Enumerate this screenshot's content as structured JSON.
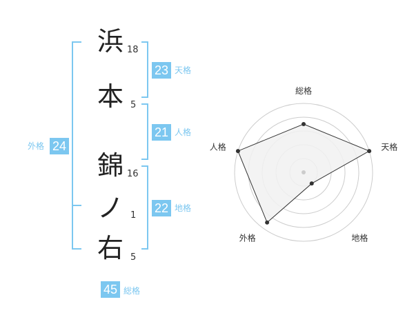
{
  "name": {
    "chars": [
      {
        "char": "浜",
        "strokes": "18"
      },
      {
        "char": "本",
        "strokes": "5"
      },
      {
        "char": "錦",
        "strokes": "16"
      },
      {
        "char": "ノ",
        "strokes": "1"
      },
      {
        "char": "右",
        "strokes": "5"
      }
    ]
  },
  "fortune": {
    "tenkaku": {
      "value": "23",
      "label": "天格"
    },
    "jinkaku": {
      "value": "21",
      "label": "人格"
    },
    "chikaku": {
      "value": "22",
      "label": "地格"
    },
    "gaikaku": {
      "value": "24",
      "label": "外格"
    },
    "soukaku": {
      "value": "45",
      "label": "総格"
    }
  },
  "colors": {
    "accent": "#7cc7f0",
    "fill": "#f1f1f1",
    "grid": "#cccccc"
  },
  "chart_data": {
    "type": "radar",
    "axes": [
      "総格",
      "天格",
      "地格",
      "外格",
      "人格"
    ],
    "values": [
      0.7,
      1.0,
      0.2,
      0.9,
      1.0
    ],
    "rings": 5
  }
}
